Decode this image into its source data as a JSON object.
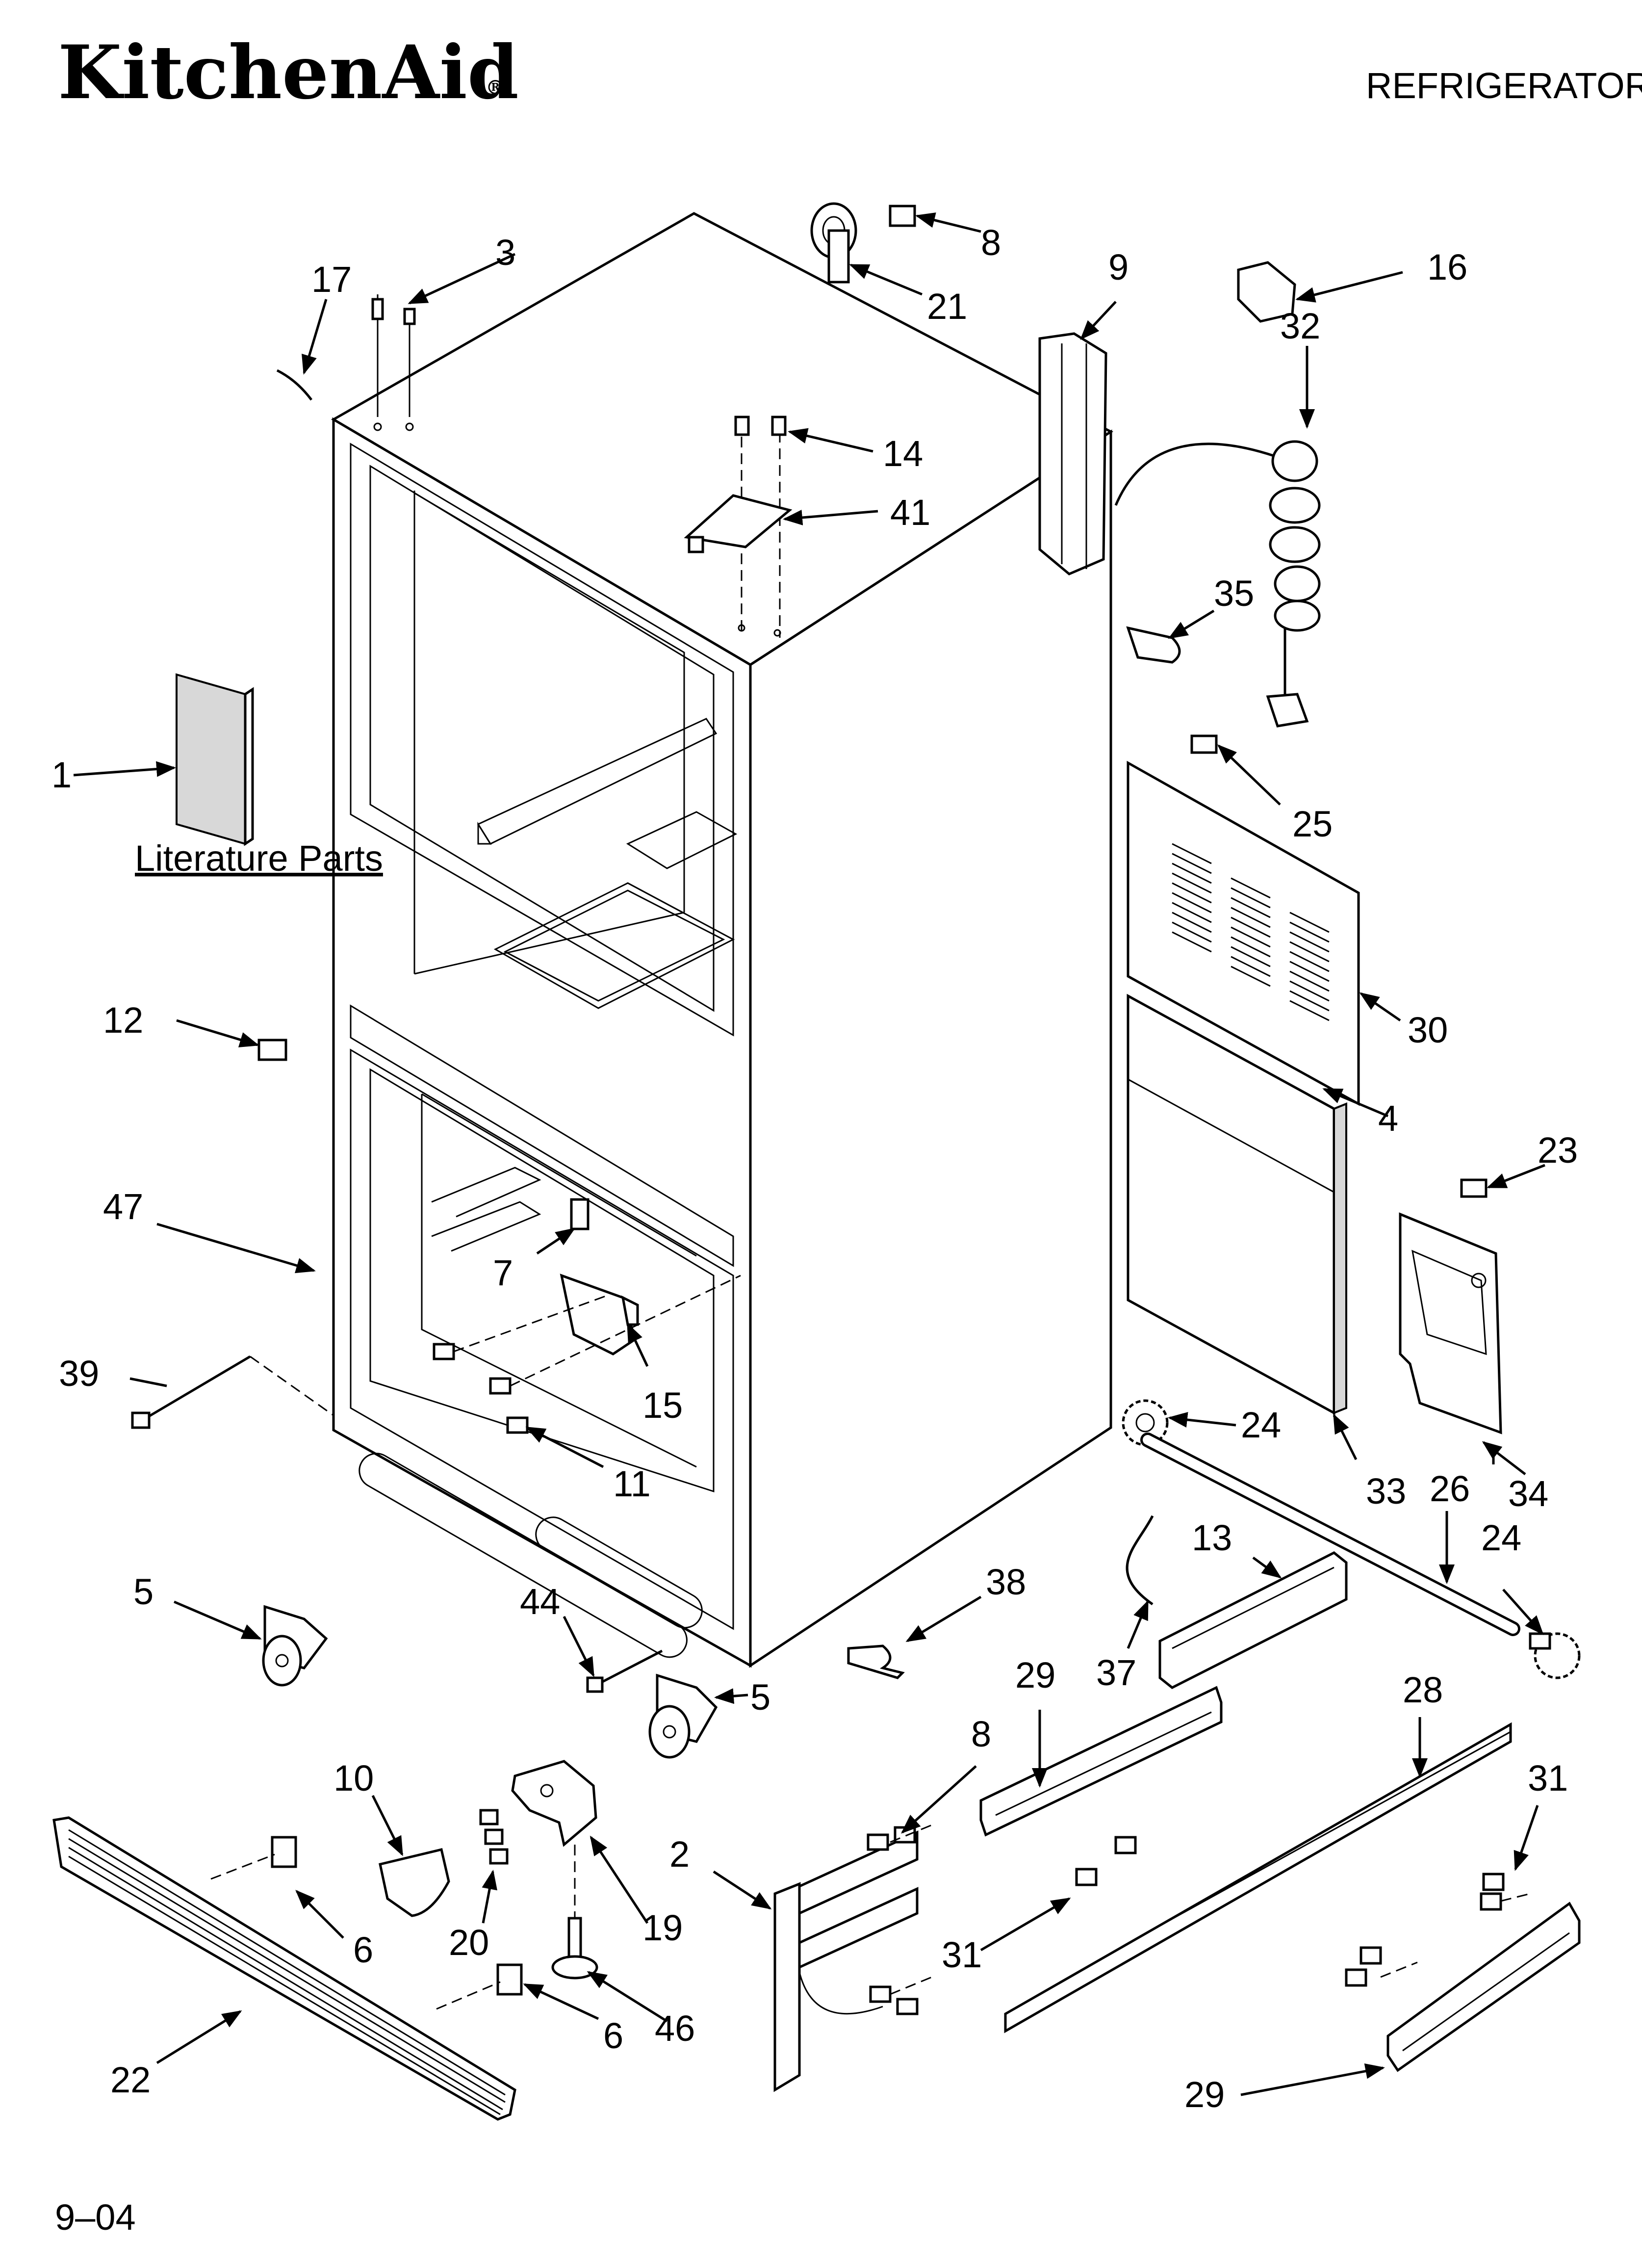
{
  "brand": "KitchenAid",
  "trademark": "®",
  "product": "REFRIGERATOR",
  "footer_date": "9–04",
  "literature_caption": "Literature Parts",
  "callouts": {
    "c1": "1",
    "c2": "2",
    "c3": "3",
    "c4": "4",
    "c5a": "5",
    "c5b": "5",
    "c6a": "6",
    "c6b": "6",
    "c7": "7",
    "c8a": "8",
    "c8b": "8",
    "c9": "9",
    "c10": "10",
    "c11": "11",
    "c12": "12",
    "c13": "13",
    "c14": "14",
    "c15": "15",
    "c16": "16",
    "c17": "17",
    "c19": "19",
    "c20": "20",
    "c21": "21",
    "c22": "22",
    "c23": "23",
    "c24a": "24",
    "c24b": "24",
    "c25": "25",
    "c26": "26",
    "c28": "28",
    "c29a": "29",
    "c29b": "29",
    "c30": "30",
    "c31a": "31",
    "c31b": "31",
    "c32": "32",
    "c33": "33",
    "c34": "34",
    "c35": "35",
    "c37": "37",
    "c38": "38",
    "c39": "39",
    "c41": "41",
    "c44": "44",
    "c46": "46",
    "c47": "47"
  }
}
